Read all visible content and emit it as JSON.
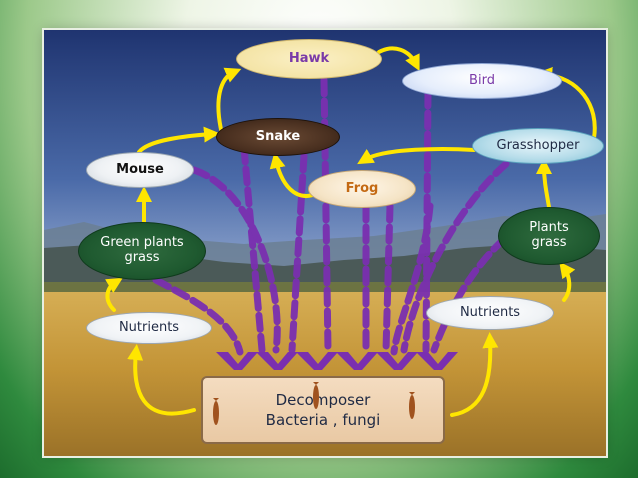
{
  "nodes": {
    "hawk": "Hawk",
    "bird": "Bird",
    "snake": "Snake",
    "grasshopper": "Grasshopper",
    "mouse": "Mouse",
    "frog": "Frog",
    "green_plants": [
      "Green plants",
      "grass"
    ],
    "plants": [
      "Plants",
      "grass"
    ],
    "nutrients_left": "Nutrients",
    "nutrients_right": "Nutrients",
    "decomposer": [
      "Decomposer",
      "Bacteria , fungi"
    ]
  },
  "colors": {
    "arrow_yellow": "#ffe600",
    "decompose_purple": "#7a2fb0",
    "sky_top": "#1f3470",
    "sky_bottom": "#dbe2ef",
    "field": "#c49a3c"
  }
}
